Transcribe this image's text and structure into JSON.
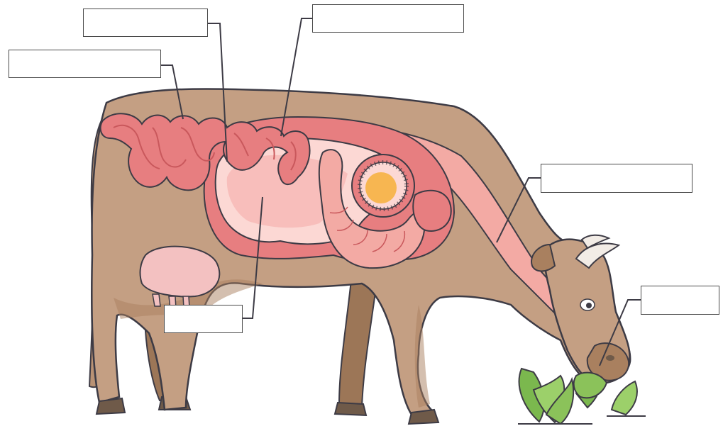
{
  "diagram": {
    "colors": {
      "hide": "#c49f83",
      "hide_shadow": "#a9805f",
      "hoof": "#6f5a49",
      "outline": "#3d3b45",
      "intestine": "#e77e80",
      "intestine_dark": "#c9585c",
      "stomach": "#f6b3b0",
      "stomach_light": "#fcd8d4",
      "esophagus": "#f3aaa4",
      "udder": "#f3c1c1",
      "food": "#f6b03a",
      "horn": "#f2ece6",
      "leaves": "#8bc25a"
    },
    "label_boxes": [
      {
        "id": "label-box-1",
        "text": ""
      },
      {
        "id": "label-box-2",
        "text": ""
      },
      {
        "id": "label-box-3",
        "text": ""
      },
      {
        "id": "label-box-4",
        "text": ""
      },
      {
        "id": "label-box-5",
        "text": ""
      },
      {
        "id": "label-box-6",
        "text": ""
      }
    ]
  }
}
